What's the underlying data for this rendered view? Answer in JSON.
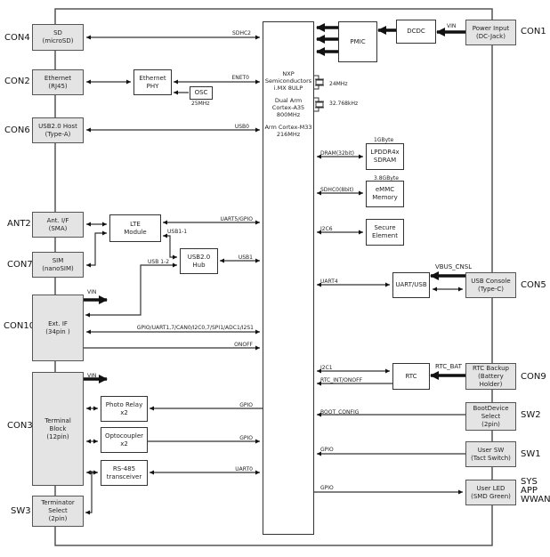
{
  "cpu": {
    "l1": "NXP",
    "l2": "Semiconductors",
    "l3": "i.MX 8ULP",
    "l4": "Dual Arm",
    "l5": "Cortex-A35",
    "l6": "800MHz",
    "l7": "Arm Cortex-M33",
    "l8": "216MHz"
  },
  "left": {
    "sd": {
      "con": "CON4",
      "l1": "SD",
      "l2": "(microSD)"
    },
    "eth": {
      "con": "CON2",
      "l1": "Ethernet",
      "l2": "(RJ45)"
    },
    "usbhost": {
      "con": "CON6",
      "l1": "USB2.0 Host",
      "l2": "(Type-A)"
    },
    "ant": {
      "con": "ANT2",
      "l1": "Ant. I/F",
      "l2": "(SMA)"
    },
    "sim": {
      "con": "CON7",
      "l1": "SIM",
      "l2": "(nanoSIM)"
    },
    "extif": {
      "con": "CON10",
      "l1": "Ext. IF",
      "l2": "(34pin )"
    },
    "term": {
      "con": "CON3",
      "l1": "Terminal",
      "l2": "Block",
      "l3": "(12pin)"
    },
    "termsel": {
      "con": "SW3",
      "l1": "Terminator",
      "l2": "Select",
      "l3": "(2pin)"
    }
  },
  "mid": {
    "phy": {
      "l1": "Ethernet",
      "l2": "PHY"
    },
    "osc": {
      "l1": "OSC",
      "freq": "25MHz"
    },
    "lte": {
      "l1": "LTE",
      "l2": "Module"
    },
    "hub": {
      "l1": "USB2.0",
      "l2": "Hub"
    },
    "relay": {
      "l1": "Photo Relay",
      "l2": "x2"
    },
    "opto": {
      "l1": "Optocoupler",
      "l2": "x2"
    },
    "rs485": {
      "l1": "RS-485",
      "l2": "transceiver"
    }
  },
  "right": {
    "pmic": "PMIC",
    "dcdc": "DCDC",
    "power": {
      "con": "CON1",
      "l1": "Power Input",
      "l2": "(DC-Jack)"
    },
    "xtal1": "24MHz",
    "xtal2": "32.768kHz",
    "ddr": {
      "size": "1GByte",
      "l1": "LPDDR4x",
      "l2": "SDRAM"
    },
    "emmc": {
      "size": "3.8GByte",
      "l1": "eMMC",
      "l2": "Memory"
    },
    "se": {
      "l1": "Secure",
      "l2": "Element"
    },
    "uartusb": "UART/USB",
    "console": {
      "con": "CON5",
      "l1": "USB Console",
      "l2": "(Type-C)"
    },
    "rtc": "RTC",
    "rtcbk": {
      "con": "CON9",
      "l1": "RTC Backup",
      "l2": "(Battery Holder)"
    },
    "boot": {
      "con": "SW2",
      "l1": "BootDevice",
      "l2": "Select",
      "l3": "(2pin)"
    },
    "usersw": {
      "con": "SW1",
      "l1": "User SW",
      "l2": "(Tact Switch)"
    },
    "led": {
      "con1": "SYS",
      "con2": "APP",
      "con3": "WWAN",
      "l1": "User LED",
      "l2": "(SMD Green)"
    }
  },
  "signals": {
    "sdhc2": "SDHC2",
    "enet0": "ENET0",
    "usb0": "USB0",
    "uart5": "UART5/GPIO",
    "usb11": "USB1-1",
    "usb1": "USB1",
    "usb12": "USB 1-2",
    "vin1": "VIN",
    "extbus": "GPIO/UART1,7/CAN0/I2C0,7/SPI1/ADC1/I2S1",
    "onoff": "ONOFF",
    "vin2": "VIN",
    "gpio_relay": "GPIO",
    "gpio_opto": "GPIO",
    "uart0": "UART0",
    "vin_pwr": "VIN",
    "dram": "DRAM(32bit)",
    "sdhc0": "SDHC0(8bit)",
    "i2c6": "I2C6",
    "uart4": "UART4",
    "vbus": "VBUS_CNSL",
    "i2c1": "I2C1",
    "rtcint": "RTC_INT/ONOFF",
    "rtcbat": "RTC_BAT",
    "boot": "BOOT_CONFIG",
    "gpio_sw": "GPIO",
    "gpio_led": "GPIO"
  }
}
